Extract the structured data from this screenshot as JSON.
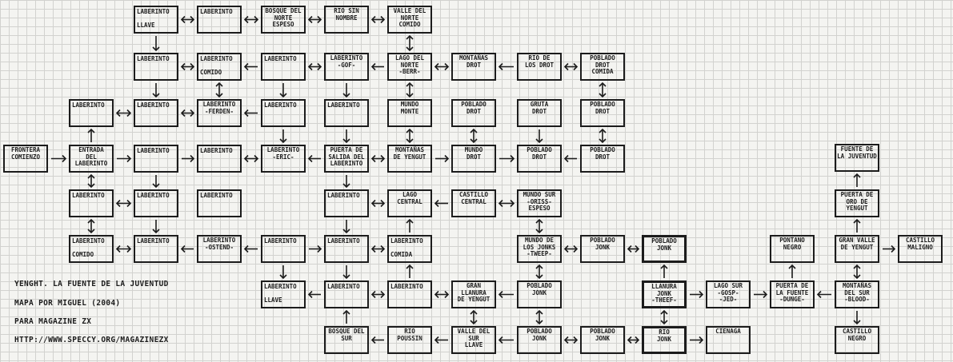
{
  "rooms": [
    {
      "id": "r1",
      "t": "Laberinto",
      "s": "Llave",
      "lab": true
    },
    {
      "id": "r2",
      "t": "Laberinto",
      "s": "",
      "lab": true
    },
    {
      "id": "r3",
      "t": "Bosque del\nNorte\nEspeso"
    },
    {
      "id": "r4",
      "t": "Rio sin\nnombre"
    },
    {
      "id": "r5",
      "t": "Valle del\nNorte\nComido"
    },
    {
      "id": "r6",
      "t": "Laberinto",
      "s": "",
      "lab": true
    },
    {
      "id": "r7",
      "t": "Laberinto",
      "s": "Comido",
      "lab": true
    },
    {
      "id": "r8",
      "t": "Laberinto",
      "s": "",
      "lab": true
    },
    {
      "id": "r9",
      "t": "Laberinto\n-Gof-"
    },
    {
      "id": "r10",
      "t": "Lago del\nNorte\n-Berr-"
    },
    {
      "id": "r11",
      "t": "Montañas\nDrot"
    },
    {
      "id": "r12",
      "t": "Rio de\nlos Drot"
    },
    {
      "id": "r13",
      "t": "Poblado\nDrot\nComida"
    },
    {
      "id": "r14",
      "t": "Laberinto",
      "s": "",
      "lab": true
    },
    {
      "id": "r15",
      "t": "Laberinto",
      "s": "",
      "lab": true
    },
    {
      "id": "r16",
      "t": "Laberinto\n-Ferden-"
    },
    {
      "id": "r17",
      "t": "Laberinto",
      "s": "",
      "lab": true
    },
    {
      "id": "r18",
      "t": "Laberinto",
      "s": "",
      "lab": true
    },
    {
      "id": "r19",
      "t": "Mundo\nMonte"
    },
    {
      "id": "r20",
      "t": "Poblado\nDrot"
    },
    {
      "id": "r21",
      "t": "Gruta\nDrot"
    },
    {
      "id": "r22",
      "t": "Poblado\nDrot"
    },
    {
      "id": "r23",
      "t": "Frontera\nComienzo"
    },
    {
      "id": "r24",
      "t": "Entrada\ndel\nLaberinto"
    },
    {
      "id": "r25",
      "t": "Laberinto",
      "s": "",
      "lab": true
    },
    {
      "id": "r26",
      "t": "Laberinto",
      "s": "",
      "lab": true
    },
    {
      "id": "r27",
      "t": "Laberinto\n-Eric-"
    },
    {
      "id": "r28",
      "t": "Puerta de\nSalida del\nLaberinto"
    },
    {
      "id": "r29",
      "t": "Montañas\nde Yengut"
    },
    {
      "id": "r30",
      "t": "Mundo\nDrot"
    },
    {
      "id": "r31",
      "t": "Poblado\nDrot"
    },
    {
      "id": "r32",
      "t": "Poblado\nDrot"
    },
    {
      "id": "r33",
      "t": "Laberinto",
      "s": "",
      "lab": true
    },
    {
      "id": "r34",
      "t": "Laberinto",
      "s": "",
      "lab": true
    },
    {
      "id": "r35",
      "t": "Laberinto",
      "s": "",
      "lab": true
    },
    {
      "id": "r36",
      "t": "Laberinto",
      "s": "",
      "lab": true
    },
    {
      "id": "r37",
      "t": "Lago Central"
    },
    {
      "id": "r38",
      "t": "Castillo\nCentral"
    },
    {
      "id": "r39",
      "t": "Mundo Sur\n-Oriss-\nEspeso"
    },
    {
      "id": "r40",
      "t": "Laberinto",
      "s": "Comido",
      "lab": true
    },
    {
      "id": "r41",
      "t": "Laberinto",
      "s": "",
      "lab": true
    },
    {
      "id": "r42",
      "t": "Laberinto\n-Ostend-"
    },
    {
      "id": "r43",
      "t": "Laberinto",
      "s": "",
      "lab": true
    },
    {
      "id": "r44",
      "t": "Laberinto",
      "s": "",
      "lab": true
    },
    {
      "id": "r45",
      "t": "Laberinto",
      "s": "Comida",
      "lab": true
    },
    {
      "id": "r46",
      "t": "Mundo de\nlos Jonks\n-Tweep-"
    },
    {
      "id": "r47",
      "t": "Poblado\nJonk"
    },
    {
      "id": "r48",
      "t": "Poblado\nJonk",
      "bold": true
    },
    {
      "id": "r49",
      "t": "Pontano\nNegro"
    },
    {
      "id": "r50",
      "t": "Fuente de\nla Juventud"
    },
    {
      "id": "r51",
      "t": "Puerta de\noro de\nYengut"
    },
    {
      "id": "r52",
      "t": "Gran Valle\nde Yengut"
    },
    {
      "id": "r53",
      "t": "Castillo\nMaligno"
    },
    {
      "id": "r54",
      "t": "Laberinto",
      "s": "Llave",
      "lab": true
    },
    {
      "id": "r55",
      "t": "Laberinto",
      "s": "",
      "lab": true
    },
    {
      "id": "r56",
      "t": "Laberinto",
      "s": "",
      "lab": true
    },
    {
      "id": "r57",
      "t": "Gran\nLlanura\nde Yengut"
    },
    {
      "id": "r58",
      "t": "Poblado\nJonk"
    },
    {
      "id": "r59",
      "t": "Llanura\nJonk\n-Theef-",
      "bold": true
    },
    {
      "id": "r60",
      "t": "Lago Sur\n-Gosp-\n-Jed-"
    },
    {
      "id": "r61",
      "t": "Puerta de\nla Fuente\n-Dunge-"
    },
    {
      "id": "r62",
      "t": "Montañas\ndel Sur\n-Blood-"
    },
    {
      "id": "r63",
      "t": "Bosque del\nSur"
    },
    {
      "id": "r64",
      "t": "Rio\nPoussin"
    },
    {
      "id": "r65",
      "t": "Valle del\nSur\nLlave"
    },
    {
      "id": "r66",
      "t": "Poblado\nJonk"
    },
    {
      "id": "r67",
      "t": "Poblado\nJonk"
    },
    {
      "id": "r68",
      "t": "Rio\nJonk",
      "bold": true
    },
    {
      "id": "r69",
      "t": "Cienaga"
    },
    {
      "id": "r70",
      "t": "Castillo\nNegro"
    }
  ],
  "credits": {
    "title": "Yenght. La Fuente de la Juventud",
    "author": "Mapa por Miguel (2004)",
    "magazine": "Para Magazine ZX",
    "url": "http://www.speccy.org/magazinezx"
  }
}
